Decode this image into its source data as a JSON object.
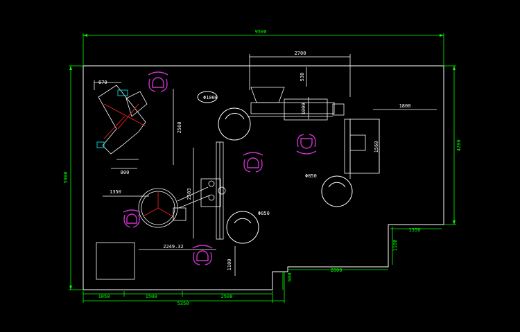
{
  "colors": {
    "background": "#000000",
    "walls": "#ffffff",
    "dimension": "#00ff00",
    "operator": "#cc33cc",
    "highlight": "#ff2222",
    "cyan": "#00cccc"
  },
  "dimensions": {
    "overall_width": "9500",
    "overall_height_left": "5900",
    "right_height": "4200",
    "top_module_width": "2700",
    "top_module_depth": "530",
    "module_depth": "1000",
    "right_module_width": "1800",
    "right_module_depth": "1560",
    "mixer_offset": "670",
    "mixer_depth": "2560",
    "mixer_width": "800",
    "tank_offset": "1350",
    "tank_distance": "2249.32",
    "conveyor_height": "2503",
    "lower_depth": "1100",
    "bottom_width": "5350",
    "bottom_seg_1": "1050",
    "bottom_seg_2": "1500",
    "bottom_seg_3": "2500",
    "step_width_1": "2800",
    "step_height_1": "600",
    "step_width_2": "1350",
    "step_height_2": "1100",
    "diameter_1": "Φ850",
    "diameter_2": "Φ850",
    "diameter_3": "Φ1000"
  },
  "icons": {
    "operator": "operator-workstation-icon"
  }
}
